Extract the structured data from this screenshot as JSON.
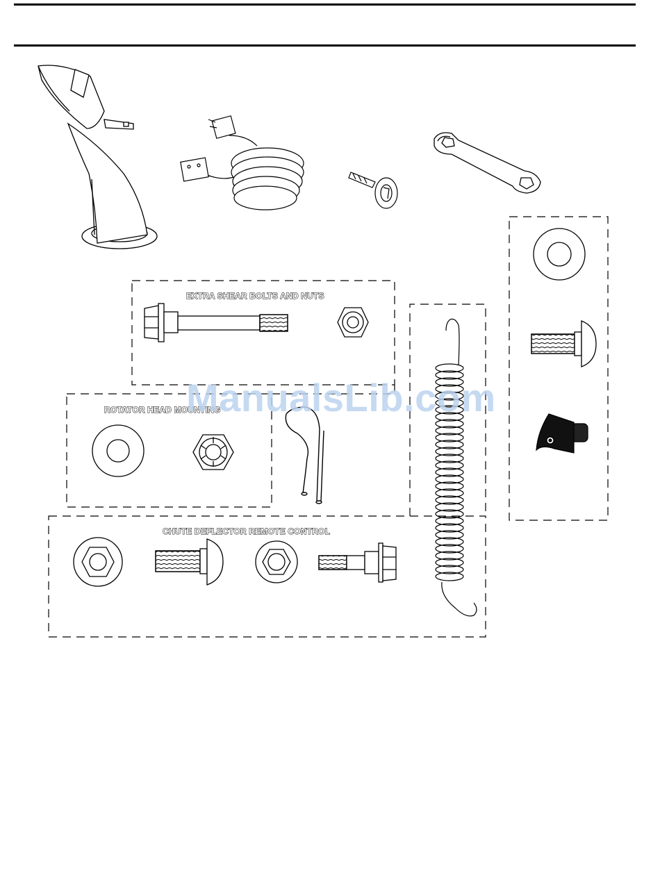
{
  "groups": {
    "shear_bolts": {
      "label": "EXTRA SHEAR BOLTS AND NUTS"
    },
    "rotator_head": {
      "label": "ROTATOR HEAD MOUNTING"
    },
    "chute_deflector": {
      "label": "CHUTE DEFLECTOR REMOTE CONTROL"
    }
  },
  "watermark": {
    "text": "ManualsLib.com"
  },
  "icons": {
    "chute": "discharge-chute-icon",
    "cord": "extension-cord-icon",
    "ignition_key": "ignition-key-icon",
    "wrench": "spark-plug-wrench-icon",
    "spring": "extension-spring-icon",
    "washer": "flat-washer-icon",
    "carriage_bolt": "carriage-bolt-icon",
    "knob": "wing-knob-icon",
    "hex_bolt": "hex-bolt-icon",
    "lock_nut": "lock-nut-icon",
    "flange_nut": "flange-nut-icon",
    "hairpin": "hairpin-cotter-icon"
  }
}
